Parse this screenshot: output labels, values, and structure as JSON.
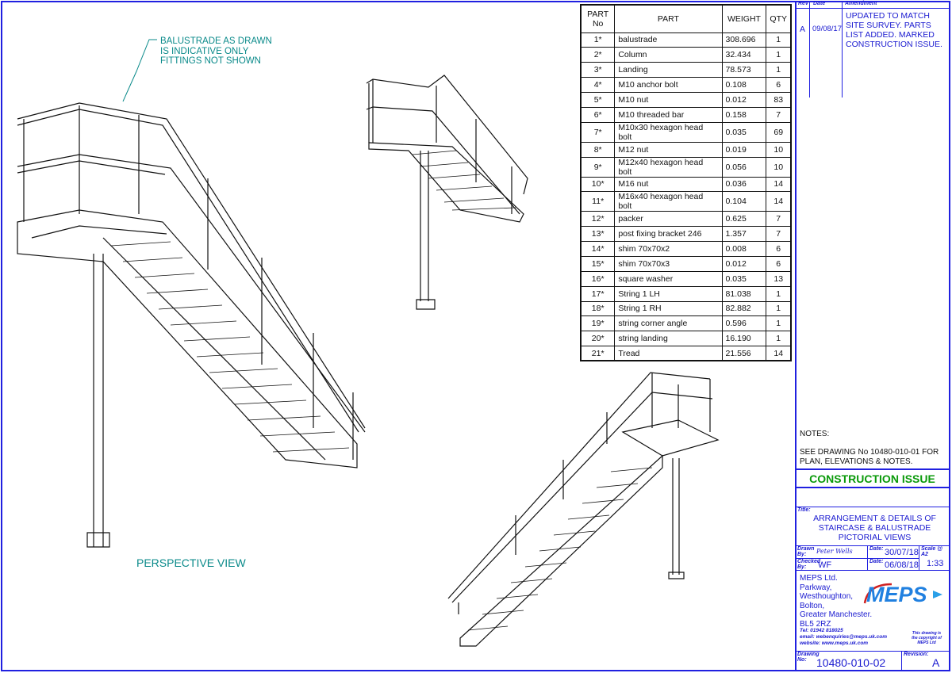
{
  "notes": {
    "balustrade": [
      "BALUSTRADE AS DRAWN",
      "IS INDICATIVE ONLY",
      "FITTINGS NOT SHOWN"
    ],
    "view_label": "PERSPECTIVE VIEW"
  },
  "parts_table": {
    "headers": [
      "PART No",
      "PART",
      "WEIGHT",
      "QTY"
    ],
    "rows": [
      [
        "1*",
        "balustrade",
        "308.696",
        "1"
      ],
      [
        "2*",
        "Column",
        "32.434",
        "1"
      ],
      [
        "3*",
        "Landing",
        "78.573",
        "1"
      ],
      [
        "4*",
        "M10 anchor bolt",
        "0.108",
        "6"
      ],
      [
        "5*",
        "M10 nut",
        "0.012",
        "83"
      ],
      [
        "6*",
        "M10 threaded bar",
        "0.158",
        "7"
      ],
      [
        "7*",
        "M10x30 hexagon head bolt",
        "0.035",
        "69"
      ],
      [
        "8*",
        "M12 nut",
        "0.019",
        "10"
      ],
      [
        "9*",
        "M12x40 hexagon head bolt",
        "0.056",
        "10"
      ],
      [
        "10*",
        "M16 nut",
        "0.036",
        "14"
      ],
      [
        "11*",
        "M16x40 hexagon head bolt",
        "0.104",
        "14"
      ],
      [
        "12*",
        "packer",
        "0.625",
        "7"
      ],
      [
        "13*",
        "post fixing bracket 246",
        "1.357",
        "7"
      ],
      [
        "14*",
        "shim 70x70x2",
        "0.008",
        "6"
      ],
      [
        "15*",
        "shim 70x70x3",
        "0.012",
        "6"
      ],
      [
        "16*",
        "square washer",
        "0.035",
        "13"
      ],
      [
        "17*",
        "String 1 LH",
        "81.038",
        "1"
      ],
      [
        "18*",
        "String 1 RH",
        "82.882",
        "1"
      ],
      [
        "19*",
        "string corner angle",
        "0.596",
        "1"
      ],
      [
        "20*",
        "string landing",
        "16.190",
        "1"
      ],
      [
        "21*",
        "Tread",
        "21.556",
        "14"
      ]
    ]
  },
  "revisions": {
    "headers": [
      "Rev",
      "Date",
      "Amendment"
    ],
    "rows": [
      [
        "A",
        "09/08/17",
        "UPDATED TO MATCH SITE SURVEY. PARTS LIST ADDED. MARKED CONSTRUCTION ISSUE."
      ]
    ]
  },
  "notes_block": {
    "heading": "NOTES:",
    "text": "SEE DRAWING No 10480-010-01 FOR PLAN, ELEVATIONS & NOTES."
  },
  "status": "CONSTRUCTION ISSUE",
  "title_block": {
    "title_label": "Title:",
    "title": "ARRANGEMENT & DETAILS OF STAIRCASE & BALUSTRADE PICTORIAL VIEWS",
    "drawn_label": "Drawn By:",
    "drawn_by": "Peter Wells",
    "date_label": "Date:",
    "drawn_date": "30/07/18",
    "checked_label": "Checked By:",
    "checked_by": "WF",
    "checked_date": "06/08/18",
    "scale_label": "Scale @ A2",
    "scale": "1:33",
    "company": [
      "MEPS Ltd.",
      "Parkway,",
      "Westhoughton,",
      "Bolton,",
      "Greater Manchester.",
      "BL5 2RZ"
    ],
    "logo": "MEPS",
    "tel": "Tel: 01942 818025",
    "email": "email: webenquiries@meps.uk.com",
    "website": "website: www.meps.uk.com",
    "copyright": "This drawing is the copyright of MEPS Ltd",
    "drawing_no_label": "Drawing No:",
    "drawing_no": "10480-010-02",
    "revision_label": "Revision:",
    "revision": "A"
  },
  "colors": {
    "border": "#2020e0",
    "teal": "#0a8a8a",
    "green": "#0a9a0a"
  }
}
